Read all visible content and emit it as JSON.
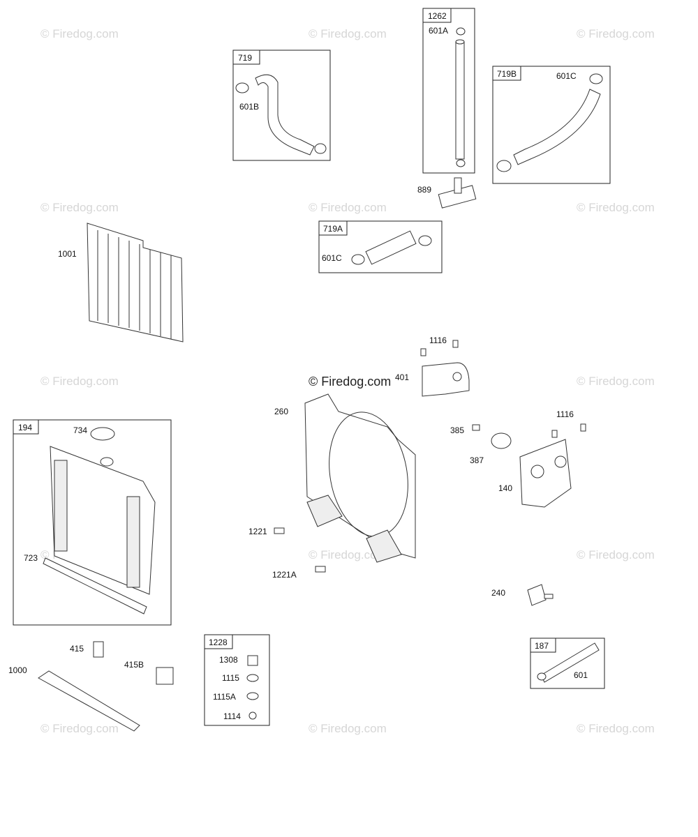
{
  "watermark": {
    "text": "© Firedog.com",
    "center_text": "© Firedog.com"
  },
  "callouts": {
    "c719": "719",
    "c601b": "601B",
    "c1262": "1262",
    "c601a": "601A",
    "c719b": "719B",
    "c601c_top": "601C",
    "c889": "889",
    "c719a": "719A",
    "c601c_mid": "601C",
    "c1001": "1001",
    "c1116_top": "1116",
    "c401": "401",
    "c260": "260",
    "c385": "385",
    "c1116_right": "1116",
    "c387": "387",
    "c140": "140",
    "c194": "194",
    "c734": "734",
    "c723": "723",
    "c1221": "1221",
    "c1221a": "1221A",
    "c240": "240",
    "c415": "415",
    "c415b": "415B",
    "c1000": "1000",
    "c1228": "1228",
    "c1308": "1308",
    "c1115": "1115",
    "c1115a": "1115A",
    "c1114": "1114",
    "c187": "187",
    "c601": "601"
  }
}
